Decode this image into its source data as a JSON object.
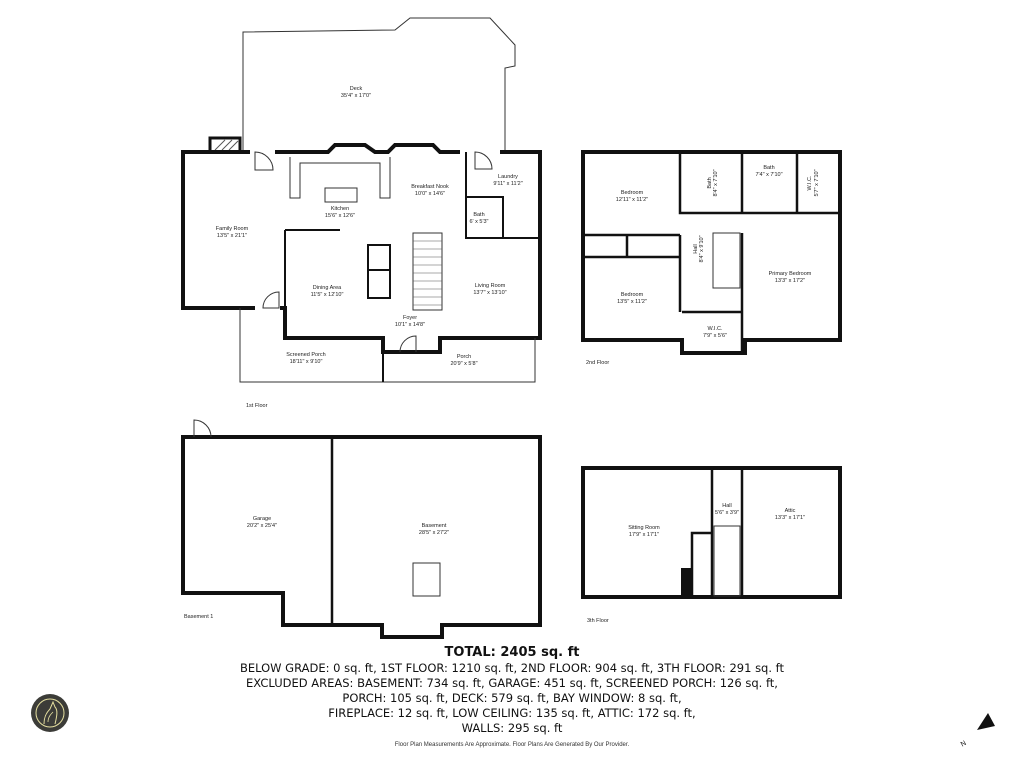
{
  "floors": {
    "first": {
      "label": "1st Floor",
      "rooms": [
        {
          "name": "Deck",
          "dims": "35'4\" x 17'0\""
        },
        {
          "name": "Laundry",
          "dims": "9'11\" x 11'2\""
        },
        {
          "name": "Breakfast Nook",
          "dims": "10'0\" x 14'6\""
        },
        {
          "name": "Kitchen",
          "dims": "15'6\" x 12'6\""
        },
        {
          "name": "Family Room",
          "dims": "13'5\" x 21'1\""
        },
        {
          "name": "Bath",
          "dims": "6' x 5'3\""
        },
        {
          "name": "Dining Area",
          "dims": "11'5\" x 12'10\""
        },
        {
          "name": "Living Room",
          "dims": "13'7\" x 13'10\""
        },
        {
          "name": "Foyer",
          "dims": "10'1\" x 14'8\""
        },
        {
          "name": "Screened Porch",
          "dims": "18'11\" x 9'10\""
        },
        {
          "name": "Porch",
          "dims": "20'9\" x 5'8\""
        }
      ]
    },
    "second": {
      "label": "2nd Floor",
      "rooms": [
        {
          "name": "Bedroom",
          "dims": "12'11\" x 11'2\""
        },
        {
          "name": "Bath",
          "dims": "8'4\" x 7'10\""
        },
        {
          "name": "Bath",
          "dims": "7'4\" x 7'10\""
        },
        {
          "name": "W.I.C.",
          "dims": "5'7\" x 7'10\""
        },
        {
          "name": "Hall",
          "dims": "8'4\" x 9'10\""
        },
        {
          "name": "Bedroom",
          "dims": "13'5\" x 11'2\""
        },
        {
          "name": "Primary Bedroom",
          "dims": "13'3\" x 17'2\""
        },
        {
          "name": "W.I.C.",
          "dims": "7'9\" x 5'6\""
        }
      ]
    },
    "basement": {
      "label": "Basement 1",
      "rooms": [
        {
          "name": "Garage",
          "dims": "20'2\" x 25'4\""
        },
        {
          "name": "Basement",
          "dims": "28'5\" x 27'2\""
        }
      ]
    },
    "third": {
      "label": "3th Floor",
      "rooms": [
        {
          "name": "Sitting Room",
          "dims": "17'9\" x 17'1\""
        },
        {
          "name": "Hall",
          "dims": "5'6\" x 3'9\""
        },
        {
          "name": "Attic",
          "dims": "13'3\" x 17'1\""
        }
      ]
    }
  },
  "summary": {
    "total": "TOTAL: 2405 sq. ft",
    "lines": [
      "BELOW GRADE: 0 sq. ft, 1ST FLOOR: 1210 sq. ft, 2ND FLOOR: 904 sq. ft, 3TH FLOOR: 291 sq. ft",
      "EXCLUDED AREAS: BASEMENT: 734 sq. ft, GARAGE: 451 sq. ft, SCREENED PORCH: 126 sq. ft,",
      "PORCH: 105 sq. ft, DECK: 579 sq. ft, BAY WINDOW: 8 sq. ft,",
      "FIREPLACE: 12 sq. ft, LOW CEILING: 135 sq. ft, ATTIC: 172 sq. ft,",
      "WALLS: 295 sq. ft"
    ]
  },
  "disclaimer": "Floor Plan Measurements Are Approximate. Floor Plans Are Generated By Our Provider.",
  "compass": {
    "direction": "N"
  },
  "logo": {
    "icon": "howling-wolf-logo",
    "color": "#e6e0a0",
    "background": "#3c3c38"
  }
}
